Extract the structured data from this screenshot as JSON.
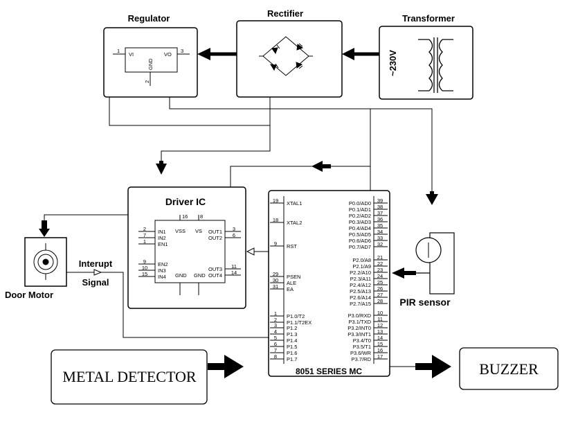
{
  "blocks": {
    "regulator": {
      "title": "Regulator",
      "vi": "VI",
      "vo": "VO",
      "gnd": "GND",
      "pin1": "1",
      "pin2": "2",
      "pin3": "3"
    },
    "rectifier": {
      "title": "Rectifier"
    },
    "transformer": {
      "title": "Transformer",
      "voltage": "~230V"
    },
    "driver_ic": {
      "title": "Driver IC",
      "top_pins": [
        "16",
        "8"
      ],
      "left_pins": [
        {
          "num": "2",
          "name": "IN1"
        },
        {
          "num": "7",
          "name": "IN2"
        },
        {
          "num": "1",
          "name": "EN1"
        },
        {
          "num": "9",
          "name": "EN2"
        },
        {
          "num": "10",
          "name": "IN3"
        },
        {
          "num": "15",
          "name": "IN4"
        }
      ],
      "right_pins": [
        {
          "num": "3",
          "name": "OUT1"
        },
        {
          "num": "6",
          "name": "OUT2"
        },
        {
          "num": "11",
          "name": "OUT3"
        },
        {
          "num": "14",
          "name": "OUT4"
        }
      ],
      "vss": "VSS",
      "vs": "VS",
      "gnd1": "GND",
      "gnd2": "GND"
    },
    "mc": {
      "title": "8051 SERIES MC",
      "left_pins": [
        {
          "num": "19",
          "name": "XTAL1"
        },
        {
          "num": "18",
          "name": "XTAL2"
        },
        {
          "num": "9",
          "name": "RST"
        },
        {
          "num": "29",
          "name": "PSEN"
        },
        {
          "num": "30",
          "name": "ALE"
        },
        {
          "num": "31",
          "name": "EA"
        },
        {
          "num": "1",
          "name": "P1.0/T2"
        },
        {
          "num": "2",
          "name": "P1.1/T2EX"
        },
        {
          "num": "3",
          "name": "P1.2"
        },
        {
          "num": "4",
          "name": "P1.3"
        },
        {
          "num": "5",
          "name": "P1.4"
        },
        {
          "num": "6",
          "name": "P1.5"
        },
        {
          "num": "7",
          "name": "P1.6"
        },
        {
          "num": "8",
          "name": "P1.7"
        }
      ],
      "right_pins": [
        {
          "num": "39",
          "name": "P0.0/AD0"
        },
        {
          "num": "38",
          "name": "P0.1/AD1"
        },
        {
          "num": "37",
          "name": "P0.2/AD2"
        },
        {
          "num": "36",
          "name": "P0.3/AD3"
        },
        {
          "num": "35",
          "name": "P0.4/AD4"
        },
        {
          "num": "34",
          "name": "P0.5/AD5"
        },
        {
          "num": "33",
          "name": "P0.6/AD6"
        },
        {
          "num": "32",
          "name": "P0.7/AD7"
        },
        {
          "num": "21",
          "name": "P2.0/A8"
        },
        {
          "num": "22",
          "name": "P2.1/A9"
        },
        {
          "num": "23",
          "name": "P2.2/A10"
        },
        {
          "num": "24",
          "name": "P2.3/A11"
        },
        {
          "num": "25",
          "name": "P2.4/A12"
        },
        {
          "num": "26",
          "name": "P2.5/A13"
        },
        {
          "num": "27",
          "name": "P2.6/A14"
        },
        {
          "num": "28",
          "name": "P2.7/A15"
        },
        {
          "num": "10",
          "name": "P3.0/RXD"
        },
        {
          "num": "11",
          "name": "P3.1/TXD"
        },
        {
          "num": "12",
          "name": "P3.2/INT0"
        },
        {
          "num": "13",
          "name": "P3.3/INT1"
        },
        {
          "num": "14",
          "name": "P3.4/T0"
        },
        {
          "num": "15",
          "name": "P3.5/T1"
        },
        {
          "num": "16",
          "name": "P3.6/WR"
        },
        {
          "num": "17",
          "name": "P3.7/RD"
        }
      ]
    },
    "door_motor": {
      "label": "Door Motor"
    },
    "interrupt": {
      "line1": "Interupt",
      "line2": "Signal"
    },
    "pir": {
      "label": "PIR sensor"
    },
    "metal_detector": {
      "label": "METAL DETECTOR"
    },
    "buzzer": {
      "label": "BUZZER"
    }
  }
}
